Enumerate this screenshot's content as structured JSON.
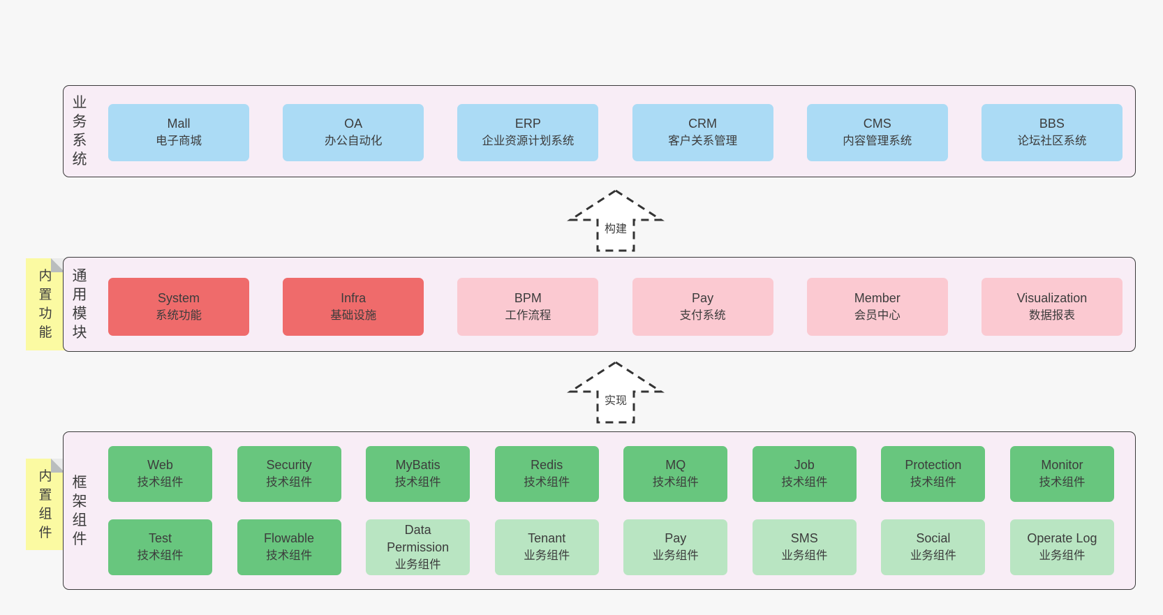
{
  "colors": {
    "page-bg": "#f7f7f7",
    "band-bg": "#f8edf6",
    "band-border": "#3a3a3a",
    "blue": "#abdbf5",
    "red": "#ef6b6b",
    "pink": "#fbc9d1",
    "green": "#68c67e",
    "green-light": "#b9e5c2",
    "yellow": "#fbfaa2",
    "fold-light": "#eaebeb",
    "fold-dark": "#b9bdbe",
    "text": "#3c3c3c",
    "arrow-stroke": "#333333"
  },
  "arrows": [
    {
      "label": "构建"
    },
    {
      "label": "实现"
    }
  ],
  "bands": [
    {
      "label": "业务系统",
      "boxes": [
        {
          "name": "Mall",
          "desc": "电子商城"
        },
        {
          "name": "OA",
          "desc": "办公自动化"
        },
        {
          "name": "ERP",
          "desc": "企业资源计划系统"
        },
        {
          "name": "CRM",
          "desc": "客户关系管理"
        },
        {
          "name": "CMS",
          "desc": "内容管理系统"
        },
        {
          "name": "BBS",
          "desc": "论坛社区系统"
        }
      ]
    },
    {
      "label": "通用模块",
      "sticky": "内置功能",
      "boxes": [
        {
          "name": "System",
          "desc": "系统功能"
        },
        {
          "name": "Infra",
          "desc": "基础设施"
        },
        {
          "name": "BPM",
          "desc": "工作流程"
        },
        {
          "name": "Pay",
          "desc": "支付系统"
        },
        {
          "name": "Member",
          "desc": "会员中心"
        },
        {
          "name": "Visualization",
          "desc": "数据报表"
        }
      ]
    },
    {
      "label": "框架组件",
      "sticky": "内置组件",
      "rows": [
        [
          {
            "name": "Web",
            "desc": "技术组件"
          },
          {
            "name": "Security",
            "desc": "技术组件"
          },
          {
            "name": "MyBatis",
            "desc": "技术组件"
          },
          {
            "name": "Redis",
            "desc": "技术组件"
          },
          {
            "name": "MQ",
            "desc": "技术组件"
          },
          {
            "name": "Job",
            "desc": "技术组件"
          },
          {
            "name": "Protection",
            "desc": "技术组件"
          },
          {
            "name": "Monitor",
            "desc": "技术组件"
          }
        ],
        [
          {
            "name": "Test",
            "desc": "技术组件"
          },
          {
            "name": "Flowable",
            "desc": "技术组件"
          },
          {
            "name": "Data Permission",
            "desc": "业务组件"
          },
          {
            "name": "Tenant",
            "desc": "业务组件"
          },
          {
            "name": "Pay",
            "desc": "业务组件"
          },
          {
            "name": "SMS",
            "desc": "业务组件"
          },
          {
            "name": "Social",
            "desc": "业务组件"
          },
          {
            "name": "Operate Log",
            "desc": "业务组件"
          }
        ]
      ]
    }
  ]
}
